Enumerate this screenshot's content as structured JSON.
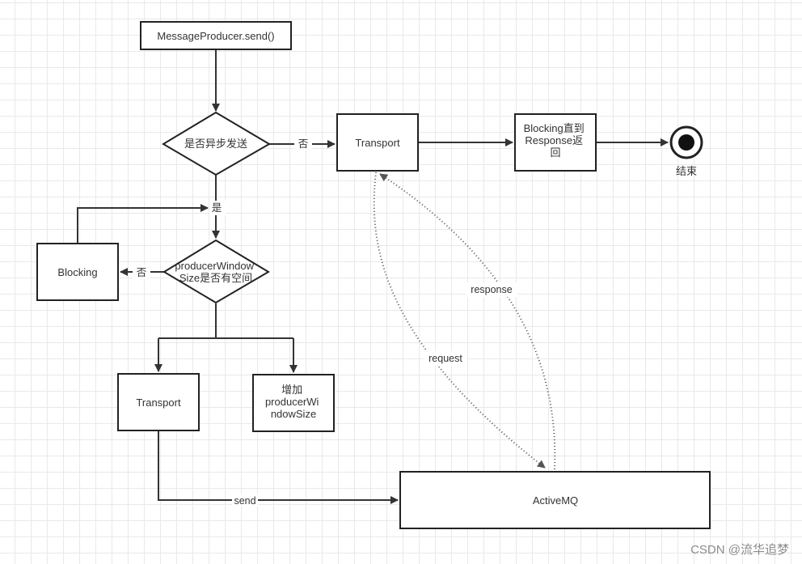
{
  "nodes": {
    "start": "MessageProducer.send()",
    "async_check": "是否异步发送",
    "transport_sync": "Transport",
    "blocking_response": [
      "Blocking直到",
      "Response返",
      "回"
    ],
    "end_label": "结束",
    "blocking": "Blocking",
    "window_check": [
      "producerWindow",
      "Size是否有空间"
    ],
    "transport_async": "Transport",
    "increase_window": [
      "增加",
      "producerWi",
      "ndowSize"
    ],
    "activemq": "ActiveMQ"
  },
  "edges": {
    "no_async": "否",
    "yes_async": "是",
    "no_space": "否",
    "send": "send",
    "request": "request",
    "response": "response"
  },
  "watermark": "CSDN @流华追梦"
}
